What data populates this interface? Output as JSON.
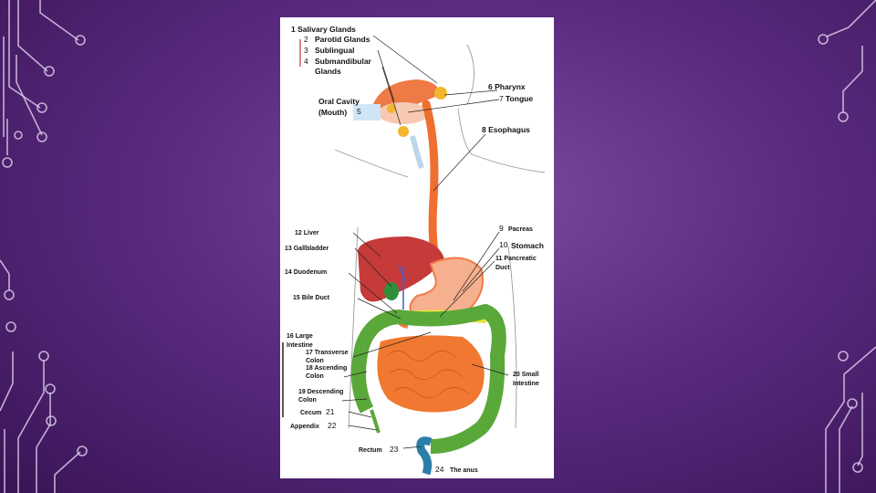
{
  "slide": {
    "diagram": {
      "labels": {
        "salivary_glands": "1 Salivary Glands",
        "parotid_num": "2",
        "parotid": "Parotid Glands",
        "sublingual_num": "3",
        "sublingual": "Sublingual",
        "submandibular_num": "4",
        "submandibular_1": "Submandibular",
        "submandibular_2": "Glands",
        "oral_cavity_1": "Oral Cavity",
        "oral_cavity_2": "(Mouth)",
        "oral_num": "5",
        "pharynx": "6 Pharynx",
        "tongue_num": "7",
        "tongue": "Tongue",
        "esophagus": "8 Esophagus",
        "liver": "12 Liver",
        "gallbladder": "13 Gallbladder",
        "duodenum": "14 Duodenum",
        "bile_duct": "15 Bile Duct",
        "pancreas_num": "9",
        "pancreas": "Pacreas",
        "stomach_num": "10",
        "stomach": "Stomach",
        "pancreatic_duct_1": "11 Pancreatic",
        "pancreatic_duct_2": "Duct",
        "large_intestine_1": "16 Large",
        "large_intestine_2": "Intestine",
        "transverse_1": "17 Transverse",
        "transverse_2": "Colon",
        "ascending_1": "18 Ascending",
        "ascending_2": "Colon",
        "descending_1": "19 Descending",
        "descending_2": "Colon",
        "small_intestine_1": "20 Small",
        "small_intestine_2": "Intestine",
        "cecum": "Cecum",
        "cecum_num": "21",
        "appendix": "Appendix",
        "appendix_num": "22",
        "rectum": "Rectum",
        "rectum_num": "23",
        "anus_num": "24",
        "anus": "The anus"
      }
    }
  }
}
